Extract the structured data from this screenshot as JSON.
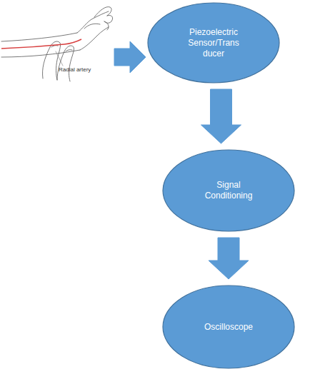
{
  "diagram": {
    "nodes": [
      {
        "text": [
          "Piezoelectric Sensor/Transducer"
        ]
      },
      {
        "text": [
          "Signal Conditioning"
        ]
      },
      {
        "text": [
          "Oscilloscope"
        ]
      }
    ],
    "edges": [
      {
        "from": 0,
        "to": 1,
        "arrow": "to"
      },
      {
        "from": 1,
        "to": 2,
        "arrow": "to"
      }
    ],
    "labels": [
      "Radial artery"
    ]
  }
}
